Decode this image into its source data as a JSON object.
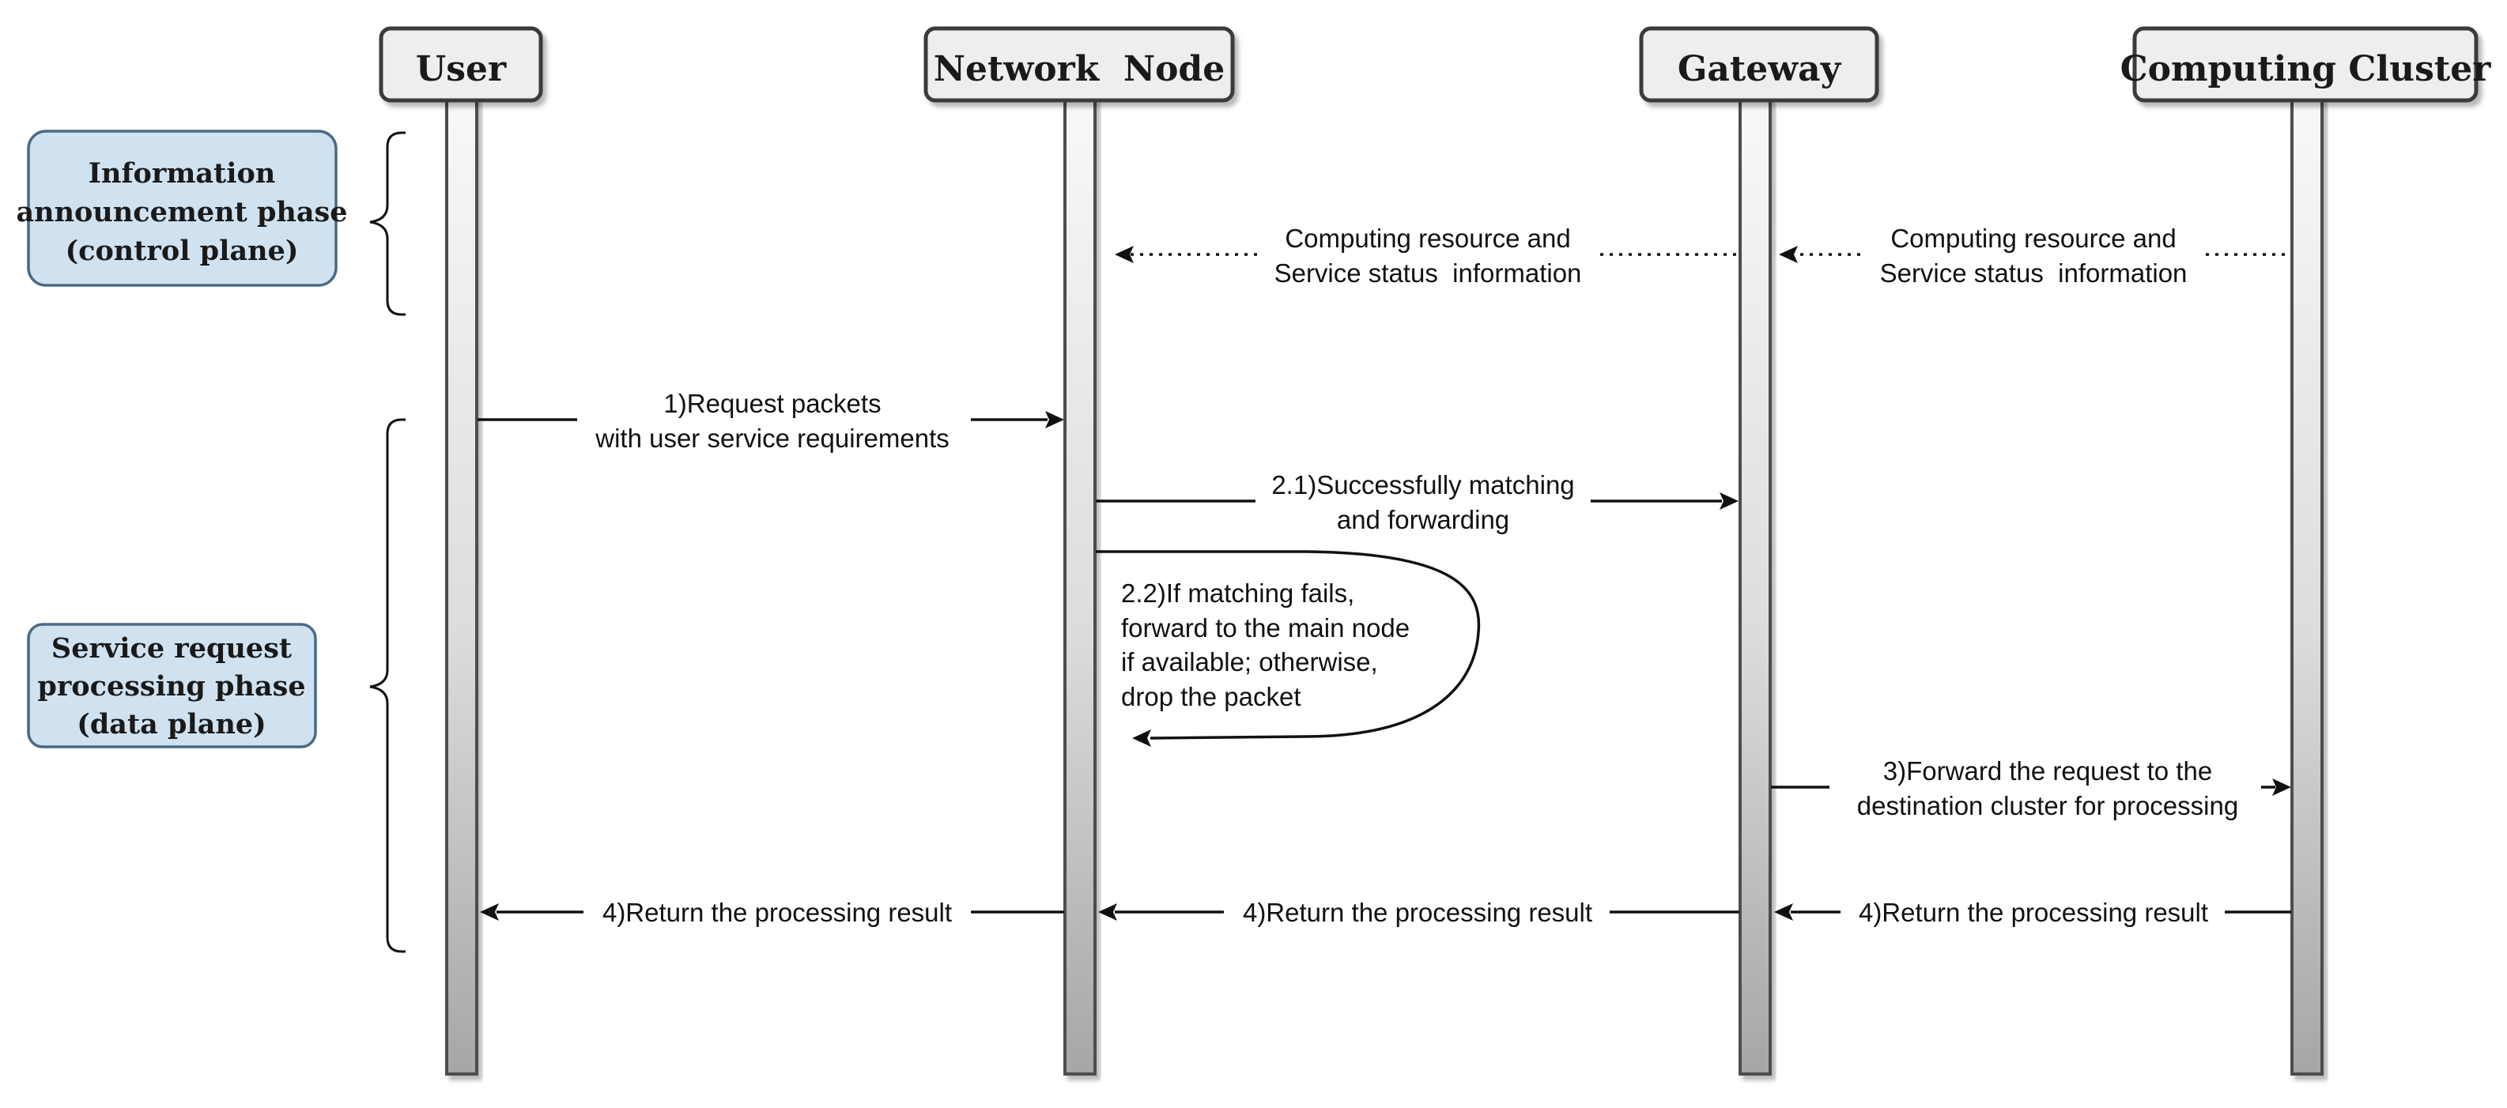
{
  "participants": {
    "user": "User",
    "network_node": "Network  Node",
    "gateway": "Gateway",
    "computing_cluster": "Computing Cluster"
  },
  "phases": {
    "information": [
      "Information",
      "announcement phase",
      "(control plane)"
    ],
    "service": [
      "Service request",
      "processing phase",
      "(data plane)"
    ]
  },
  "messages": {
    "status_to_node": [
      "Computing resource and",
      "Service status  information"
    ],
    "status_to_gateway": [
      "Computing resource and",
      "Service status  information"
    ],
    "request": [
      "1)Request packets",
      "with user service requirements"
    ],
    "match_success": [
      "2.1)Successfully matching",
      "and forwarding"
    ],
    "match_fail": [
      "2.2)If matching fails,",
      "forward to the main node",
      "if available; otherwise,",
      "drop the packet"
    ],
    "forward_cluster": [
      "3)Forward the request to the",
      "destination cluster for processing"
    ],
    "return_to_user": "4)Return the processing result",
    "return_to_node": "4)Return the processing result",
    "return_to_gateway": "4)Return the processing result"
  },
  "colors": {
    "header_fill": "#eeeeee",
    "phase_fill": "#d0e2f0",
    "phase_stroke": "#4a6a85",
    "lifeline_top": "#f8f8f8",
    "lifeline_bottom": "#a6a6a6"
  }
}
